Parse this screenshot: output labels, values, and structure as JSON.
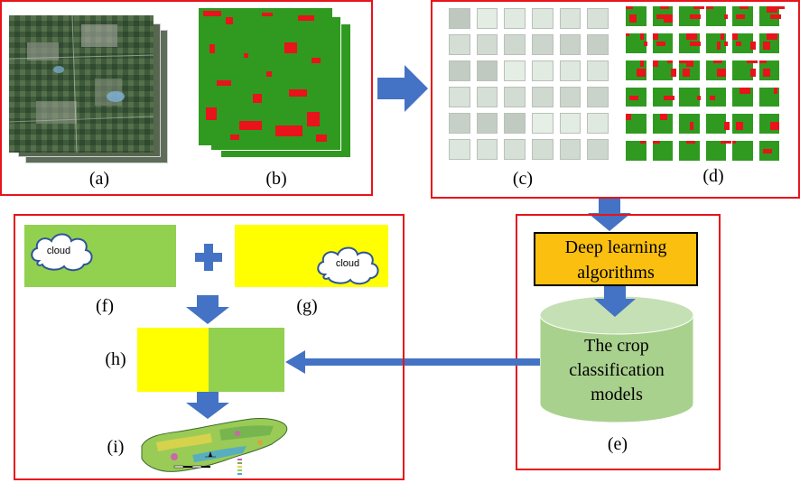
{
  "labels": {
    "a": "(a)",
    "b": "(b)",
    "c": "(c)",
    "d": "(d)",
    "e": "(e)",
    "f": "(f)",
    "g": "(g)",
    "h": "(h)",
    "i": "(i)"
  },
  "cloud_f": "cloud",
  "cloud_g": "cloud",
  "deep_learning": {
    "line1": "Deep learning",
    "line2": "algorithms"
  },
  "models": {
    "line1": "The crop",
    "line2": "classification",
    "line3": "models"
  },
  "colors": {
    "frame": "#e8131b",
    "arrow": "#4472c4",
    "crop_green": "#2f9a1f",
    "crop_red": "#e8131b",
    "light_green": "#92d050",
    "yellow": "#ffff00",
    "algo_orange": "#fbbf10",
    "cylinder": "#a9d18e"
  }
}
